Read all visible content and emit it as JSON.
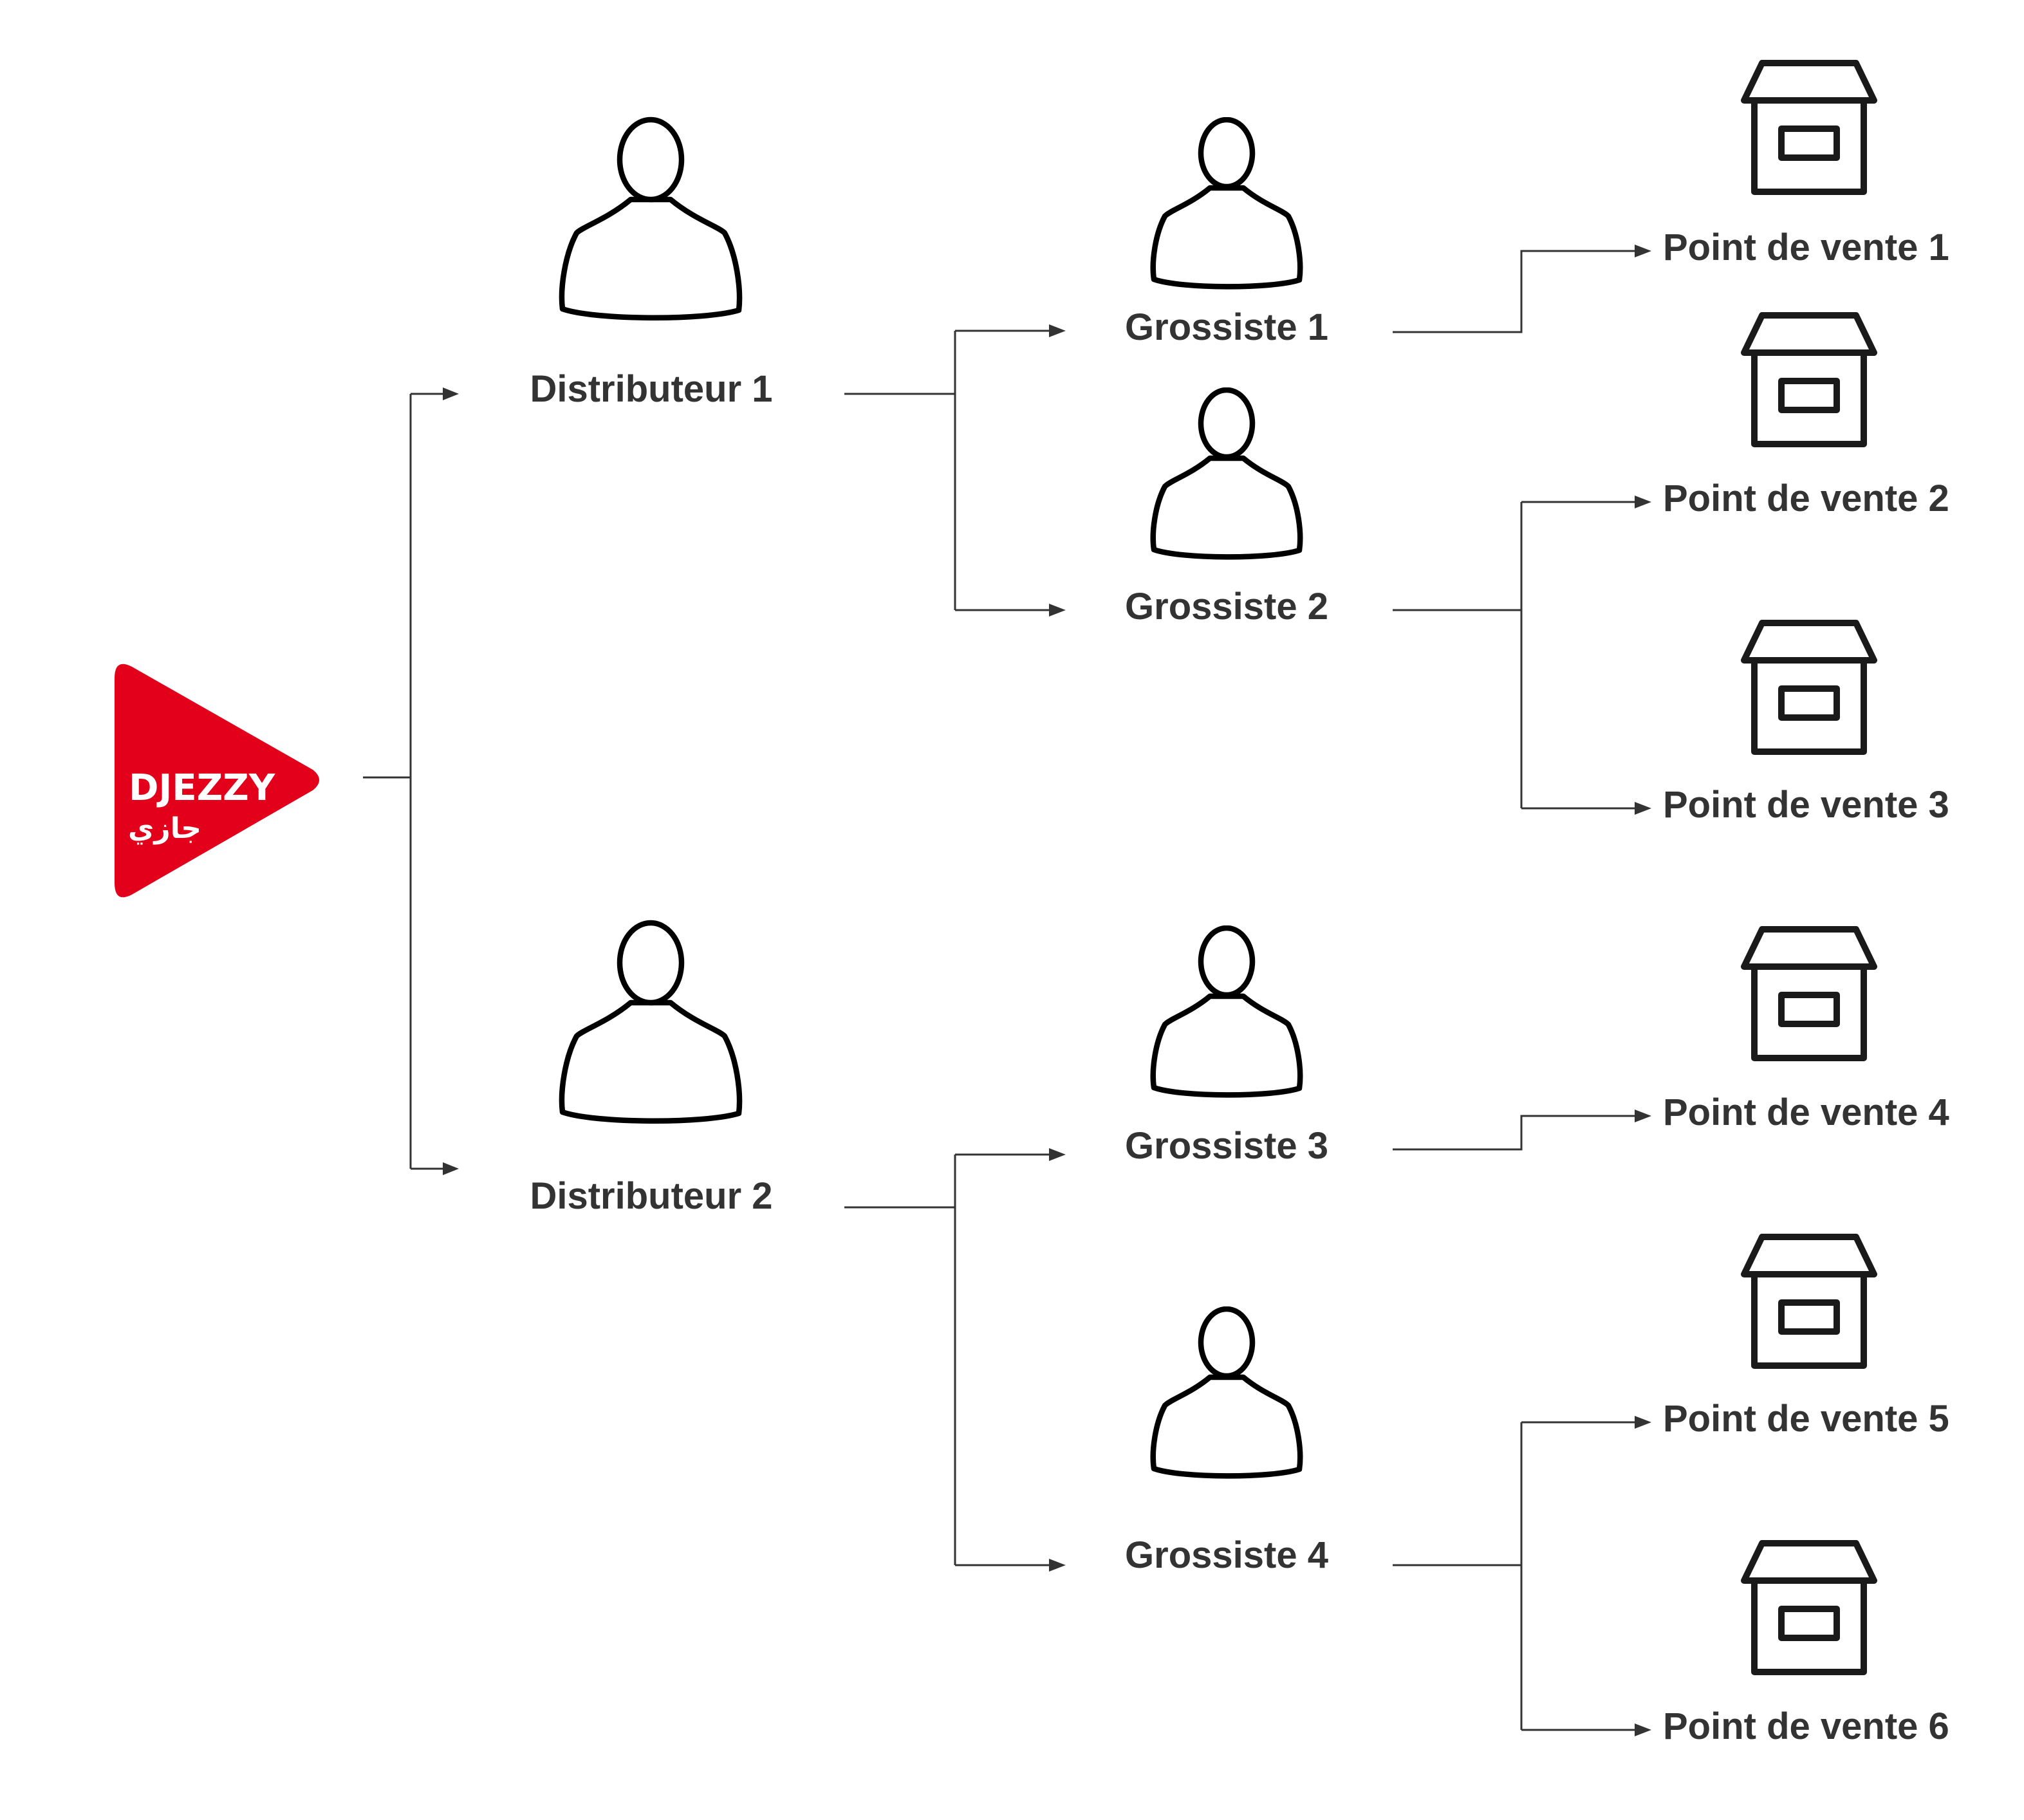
{
  "colors": {
    "brand": "#e2001a",
    "line": "#333333",
    "text": "#333333",
    "icon": "#1a1a1a"
  },
  "logo": {
    "latin": "DJEZZY",
    "arabic": "جازي"
  },
  "distributors": [
    {
      "label": "Distributeur 1",
      "icon": "person-icon"
    },
    {
      "label": "Distributeur 2",
      "icon": "person-icon"
    }
  ],
  "wholesalers": [
    {
      "label": "Grossiste 1",
      "icon": "person-icon",
      "parent": "Distributeur 1"
    },
    {
      "label": "Grossiste 2",
      "icon": "person-icon",
      "parent": "Distributeur 1"
    },
    {
      "label": "Grossiste 3",
      "icon": "person-icon",
      "parent": "Distributeur 2"
    },
    {
      "label": "Grossiste 4",
      "icon": "person-icon",
      "parent": "Distributeur 2"
    }
  ],
  "points_of_sale": [
    {
      "label": "Point de vente 1",
      "icon": "store-icon",
      "parent": "Grossiste 1"
    },
    {
      "label": "Point de vente 2",
      "icon": "store-icon",
      "parent": "Grossiste 2"
    },
    {
      "label": "Point de vente 3",
      "icon": "store-icon",
      "parent": "Grossiste 2"
    },
    {
      "label": "Point de vente 4",
      "icon": "store-icon",
      "parent": "Grossiste 3"
    },
    {
      "label": "Point de vente 5",
      "icon": "store-icon",
      "parent": "Grossiste 4"
    },
    {
      "label": "Point de vente 6",
      "icon": "store-icon",
      "parent": "Grossiste 4"
    }
  ]
}
